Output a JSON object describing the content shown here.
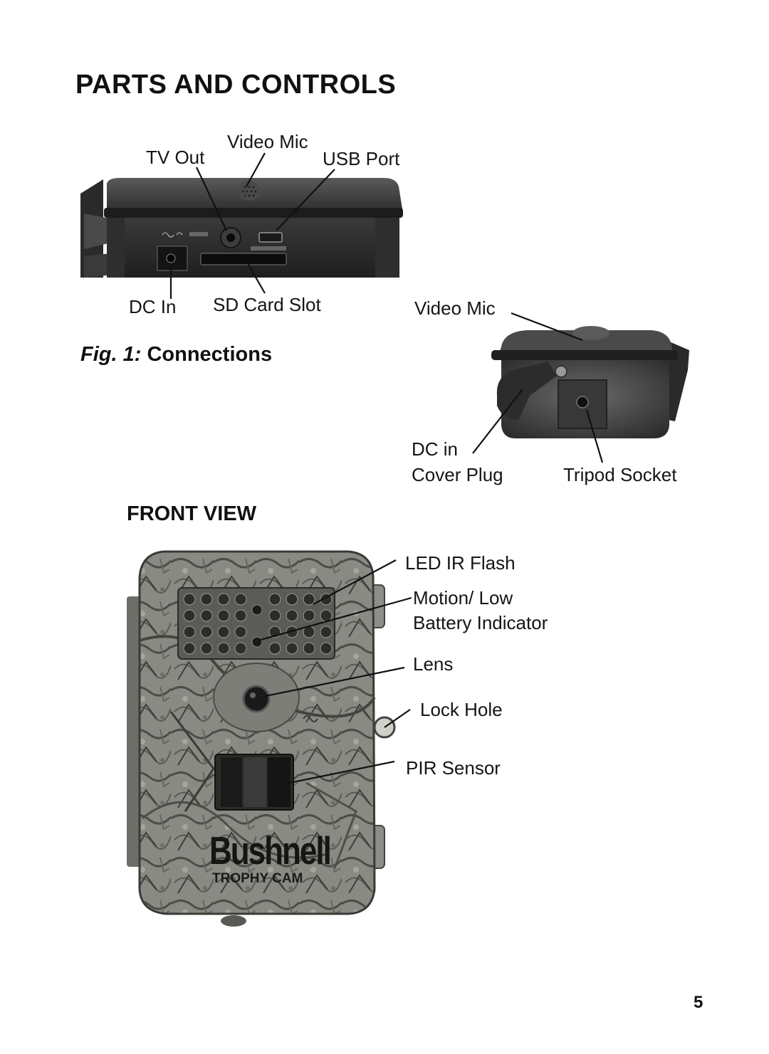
{
  "page": {
    "title": "PARTS AND CONTROLS",
    "page_number": "5"
  },
  "connections": {
    "labels": {
      "video_mic": "Video Mic",
      "tv_out": "TV Out",
      "usb_port": "USB Port",
      "dc_in": "DC In",
      "sd_card_slot": "SD Card Slot"
    },
    "caption_prefix": "Fig. 1:",
    "caption_title": "Connections"
  },
  "side_view": {
    "labels": {
      "video_mic": "Video Mic",
      "dc_in": "DC in",
      "cover_plug": "Cover Plug",
      "tripod_socket": "Tripod Socket"
    }
  },
  "front_view": {
    "heading": "FRONT VIEW",
    "labels": {
      "led_ir_flash": "LED IR Flash",
      "motion_low_line1": "Motion/ Low",
      "motion_low_line2": "Battery Indicator",
      "lens": "Lens",
      "lock_hole": "Lock Hole",
      "pir_sensor": "PIR Sensor"
    },
    "brand": "Bushnell",
    "model": "TROPHY CAM"
  }
}
